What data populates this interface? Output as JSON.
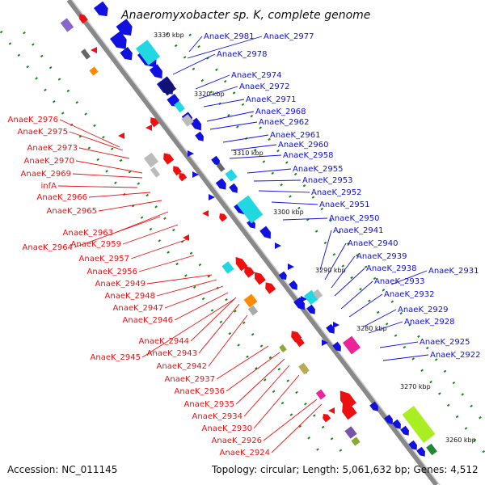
{
  "title": "Anaeromyxobacter sp. K, complete genome",
  "footer": {
    "accession": "Accession: NC_011145",
    "topology": "Topology: circular; Length: 5,061,632 bp; Genes: 4,512"
  },
  "colors": {
    "forward_strand": "#1010e0",
    "reverse_strand": "#ee1010",
    "backbone": "#888888",
    "tick": "#118811",
    "cyan_feature": "#22d8e0",
    "navy_feature": "#121270",
    "magenta_feature": "#ee2299",
    "lime_feature": "#a8ee22",
    "orange_feature": "#ff8a00"
  },
  "scale_labels": [
    "3330 kbp",
    "3320 kbp",
    "3310 kbp",
    "3300 kbp",
    "3290 kbp",
    "3280 kbp",
    "3270 kbp",
    "3260 kbp"
  ],
  "forward_genes": [
    "AnaeK_2981",
    "AnaeK_2977",
    "AnaeK_2978",
    "AnaeK_2974",
    "AnaeK_2972",
    "AnaeK_2971",
    "AnaeK_2968",
    "AnaeK_2962",
    "AnaeK_2961",
    "AnaeK_2960",
    "AnaeK_2958",
    "AnaeK_2955",
    "AnaeK_2953",
    "AnaeK_2952",
    "AnaeK_2951",
    "AnaeK_2950",
    "AnaeK_2941",
    "AnaeK_2940",
    "AnaeK_2939",
    "AnaeK_2938",
    "AnaeK_2931",
    "AnaeK_2933",
    "AnaeK_2932",
    "AnaeK_2929",
    "AnaeK_2928",
    "AnaeK_2925",
    "AnaeK_2922"
  ],
  "reverse_genes": [
    "AnaeK_2976",
    "AnaeK_2975",
    "AnaeK_2973",
    "AnaeK_2970",
    "AnaeK_2969",
    "infA",
    "AnaeK_2966",
    "AnaeK_2965",
    "AnaeK_2963",
    "AnaeK_2959",
    "AnaeK_2964",
    "AnaeK_2957",
    "AnaeK_2956",
    "AnaeK_2949",
    "AnaeK_2948",
    "AnaeK_2947",
    "AnaeK_2946",
    "AnaeK_2944",
    "AnaeK_2943",
    "AnaeK_2945",
    "AnaeK_2942",
    "AnaeK_2937",
    "AnaeK_2936",
    "AnaeK_2935",
    "AnaeK_2934",
    "AnaeK_2930",
    "AnaeK_2926",
    "AnaeK_2924"
  ]
}
